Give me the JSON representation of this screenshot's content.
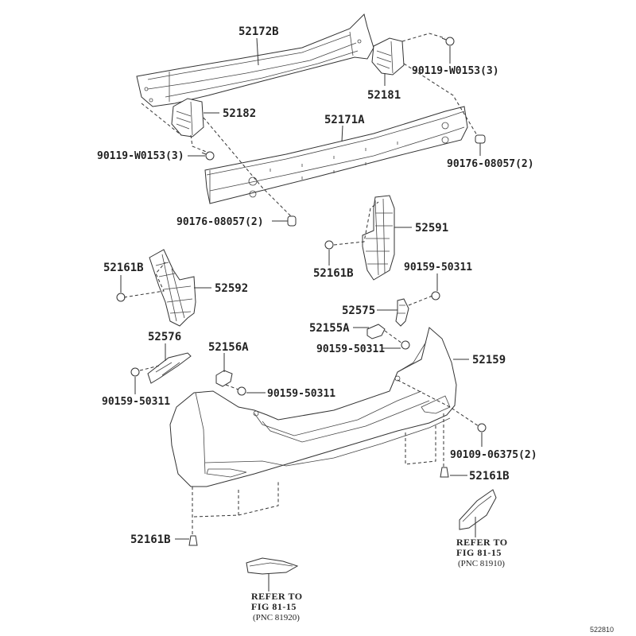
{
  "diagram": {
    "title": "Rear Bumper & Reinforcement Parts Diagram",
    "figure_number": "522810",
    "parts": [
      {
        "id": "reinforcement-sub",
        "label": "52172B"
      },
      {
        "id": "bracket-right",
        "label": "52181"
      },
      {
        "id": "bracket-left",
        "label": "52182"
      },
      {
        "id": "bolt-top-right",
        "label": "90119-W0153(3)"
      },
      {
        "id": "bolt-left",
        "label": "90119-W0153(3)"
      },
      {
        "id": "reinforcement",
        "label": "52171A"
      },
      {
        "id": "nut-right",
        "label": "90176-08057(2)"
      },
      {
        "id": "nut-center",
        "label": "90176-08057(2)"
      },
      {
        "id": "retainer-right",
        "label": "52591"
      },
      {
        "id": "clip-right",
        "label": "52161B"
      },
      {
        "id": "screw-right-upper",
        "label": "90159-50311"
      },
      {
        "id": "clip-left",
        "label": "52161B"
      },
      {
        "id": "retainer-left",
        "label": "52592"
      },
      {
        "id": "support-right",
        "label": "52575"
      },
      {
        "id": "spacer-right",
        "label": "52155A"
      },
      {
        "id": "screw-right-mid",
        "label": "90159-50311"
      },
      {
        "id": "bumper-cover",
        "label": "52159"
      },
      {
        "id": "support-left",
        "label": "52576"
      },
      {
        "id": "spacer-left",
        "label": "52156A"
      },
      {
        "id": "screw-left",
        "label": "90159-50311"
      },
      {
        "id": "screw-center",
        "label": "90159-50311"
      },
      {
        "id": "bolt-lower-right",
        "label": "90109-06375(2)"
      },
      {
        "id": "clip-lower-right",
        "label": "52161B"
      },
      {
        "id": "clip-lower-left",
        "label": "52161B"
      }
    ],
    "references": [
      {
        "id": "reflector-right",
        "line1": "REFER TO",
        "line2": "FIG 81-15",
        "line3": "(PNC 81910)"
      },
      {
        "id": "reflector-left",
        "line1": "REFER TO",
        "line2": "FIG 81-15",
        "line3": "(PNC 81920)"
      }
    ]
  }
}
